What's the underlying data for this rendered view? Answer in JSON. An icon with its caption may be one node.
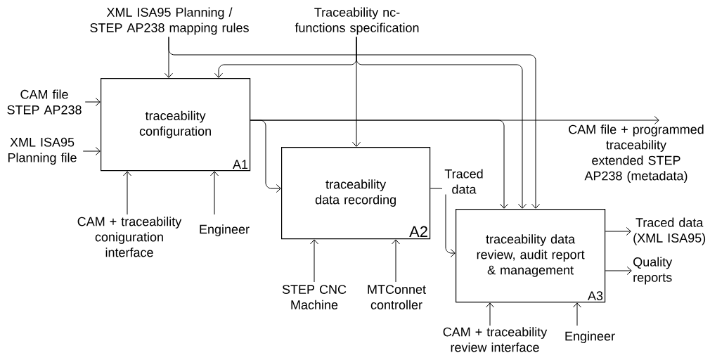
{
  "diagram": {
    "nodes": [
      {
        "text": [
          "XML ISA95 Planning / STEP AP238 mapping rules"
        ]
      },
      {
        "text": [
          "Traceability nc-functions specification"
        ]
      },
      {
        "text": [
          "CAM file STEP AP238"
        ]
      },
      {
        "text": [
          "XML ISA95 Planning file"
        ]
      },
      {
        "text": [
          "traceability configuration",
          "A1"
        ]
      },
      {
        "text": [
          "CAM file + programmed traceability extended STEP AP238 (metadata)"
        ]
      },
      {
        "text": [
          "traceability data recording",
          "A2"
        ]
      },
      {
        "text": [
          "traceability data review, audit report & management",
          "A3"
        ]
      },
      {
        "text": [
          "Traced data (XML ISA95)"
        ]
      },
      {
        "text": [
          "Quality reports"
        ]
      },
      {
        "text": [
          "CAM + traceability coniguration interface"
        ]
      },
      {
        "text": [
          "Engineer"
        ]
      },
      {
        "text": [
          "STEP CNC Machine"
        ]
      },
      {
        "text": [
          "MTConnet controller"
        ]
      },
      {
        "text": [
          "CAM + traceability review interface"
        ]
      },
      {
        "text": [
          "Engineer"
        ]
      }
    ],
    "edges": [
      {
        "from": 0,
        "to": 4,
        "arrow": "to"
      },
      {
        "from": 0,
        "to": 7,
        "arrow": "to"
      },
      {
        "from": 1,
        "to": 4,
        "arrow": "to"
      },
      {
        "from": 1,
        "to": 6,
        "arrow": "to"
      },
      {
        "from": 1,
        "to": 7,
        "arrow": "to"
      },
      {
        "from": 2,
        "to": 4,
        "arrow": "to"
      },
      {
        "from": 3,
        "to": 4,
        "arrow": "to"
      },
      {
        "from": 4,
        "to": 5,
        "arrow": "to"
      },
      {
        "from": 4,
        "to": 6,
        "arrow": "to"
      },
      {
        "from": 4,
        "to": 7,
        "arrow": "to"
      },
      {
        "from": 6,
        "to": 7,
        "arrow": "to",
        "label": "Traced data"
      },
      {
        "from": 7,
        "to": 8,
        "arrow": "to"
      },
      {
        "from": 7,
        "to": 9,
        "arrow": "to"
      },
      {
        "from": 10,
        "to": 4,
        "arrow": "to"
      },
      {
        "from": 11,
        "to": 4,
        "arrow": "to"
      },
      {
        "from": 12,
        "to": 6,
        "arrow": "to"
      },
      {
        "from": 13,
        "to": 6,
        "arrow": "to"
      },
      {
        "from": 14,
        "to": 7,
        "arrow": "to"
      },
      {
        "from": 15,
        "to": 7,
        "arrow": "to"
      }
    ]
  }
}
